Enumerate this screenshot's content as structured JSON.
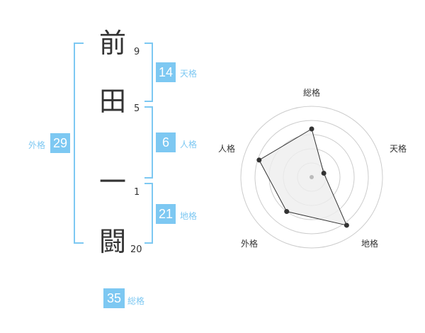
{
  "name": {
    "chars": [
      {
        "char": "前",
        "strokes": "9"
      },
      {
        "char": "田",
        "strokes": "5"
      },
      {
        "char": "一",
        "strokes": "1"
      },
      {
        "char": "闘",
        "strokes": "20"
      }
    ]
  },
  "kaku": {
    "tenkaku": {
      "value": "14",
      "label": "天格"
    },
    "jinkaku": {
      "value": "6",
      "label": "人格"
    },
    "chikaku": {
      "value": "21",
      "label": "地格"
    },
    "gaikaku": {
      "value": "29",
      "label": "外格"
    },
    "soukaku": {
      "value": "35",
      "label": "総格"
    }
  },
  "colors": {
    "accent": "#7dc8f2",
    "text": "#333333",
    "radar_fill": "#eeeeee",
    "ring": "#cccccc"
  },
  "chart_data": {
    "type": "radar",
    "axes": [
      "総格",
      "天格",
      "地格",
      "外格",
      "人格"
    ],
    "values": [
      0.68,
      0.18,
      0.84,
      0.6,
      0.78
    ],
    "range": [
      0,
      1
    ],
    "rings": 5
  }
}
